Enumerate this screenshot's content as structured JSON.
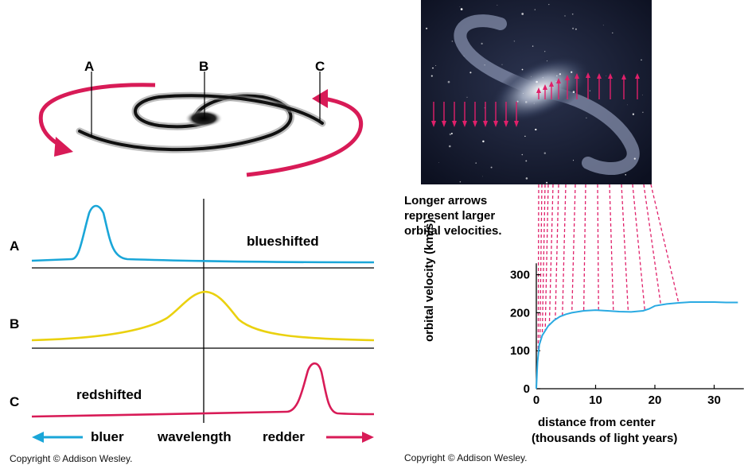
{
  "galaxy_diagram": {
    "labels": [
      "A",
      "B",
      "C"
    ]
  },
  "spectra": {
    "rows": [
      {
        "label": "A",
        "shift_text": "blueshifted",
        "color": "#1aa6d8"
      },
      {
        "label": "B",
        "shift_text": "",
        "color": "#ead10f"
      },
      {
        "label": "C",
        "shift_text": "redshifted",
        "color": "#d81b57"
      }
    ],
    "axis": {
      "left": "bluer",
      "center": "wavelength",
      "right": "redder"
    },
    "arrow_colors": {
      "left": "#1aa6d8",
      "right": "#d81b57"
    }
  },
  "photo": {
    "caption": "Longer arrows represent larger orbital velocities.",
    "arrow_color": "#e0206a"
  },
  "rotation_curve": {
    "chart_data": {
      "type": "line",
      "xlabel": "distance from center (thousands of light years)",
      "ylabel": "orbital velocity (km/s)",
      "xlim": [
        0,
        35
      ],
      "ylim": [
        0,
        330
      ],
      "xticks": [
        0,
        10,
        20,
        30
      ],
      "yticks": [
        0,
        100,
        200,
        300
      ],
      "series": [
        {
          "color": "#2aaae2",
          "x": [
            0,
            0.2,
            0.5,
            1,
            2,
            3,
            4,
            5,
            6,
            8,
            10,
            12,
            14,
            16,
            18,
            19,
            20,
            22,
            24,
            26,
            28,
            30,
            32,
            34
          ],
          "y": [
            0,
            70,
            115,
            140,
            165,
            180,
            190,
            196,
            200,
            205,
            207,
            205,
            203,
            202,
            205,
            210,
            218,
            223,
            226,
            228,
            228,
            228,
            227,
            227
          ]
        }
      ]
    }
  },
  "copyright": {
    "left": "Copyright © Addison Wesley.",
    "right": "Copyright © Addison Wesley."
  }
}
